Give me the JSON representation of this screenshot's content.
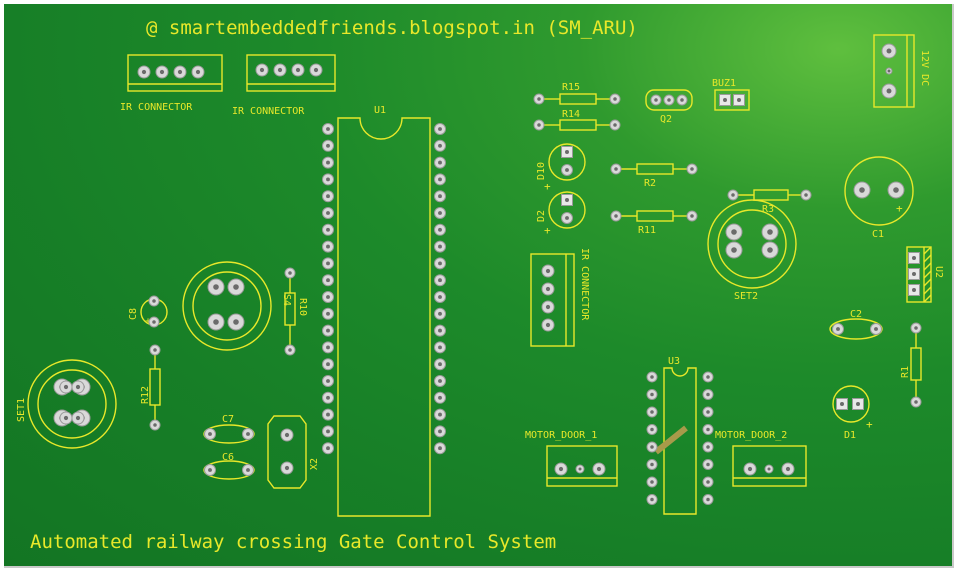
{
  "header": "@ smartembeddedfriends.blogspot.in (SM_ARU)",
  "footer": "Automated railway crossing Gate Control System",
  "colors": {
    "board": "#1d8a2a",
    "silkscreen": "#e8e82a",
    "pad": "#d9d9d9"
  },
  "labels": {
    "ir_connector_1": "IR CONNECTOR",
    "ir_connector_2": "IR CONNECTOR",
    "ir_connector_3": "IR CONNECTOR",
    "u1": "U1",
    "u2": "U2",
    "u3": "U3",
    "r15": "R15",
    "r14": "R14",
    "r2": "R2",
    "r11": "R11",
    "r3": "R3",
    "r10": "R10",
    "r12": "R12",
    "r1": "R1",
    "q2": "Q2",
    "buz1": "BUZ1",
    "d10": "D10",
    "d2": "D2",
    "d1": "D1",
    "dc": "12V DC",
    "c1": "C1",
    "c2": "C2",
    "c6": "C6",
    "c7": "C7",
    "c8": "C8",
    "set1": "SET1",
    "set2": "SET2",
    "s4": "S4",
    "x2": "X2",
    "motor_door_1": "MOTOR_DOOR_1",
    "motor_door_2": "MOTOR_DOOR_2",
    "plus": "+"
  }
}
